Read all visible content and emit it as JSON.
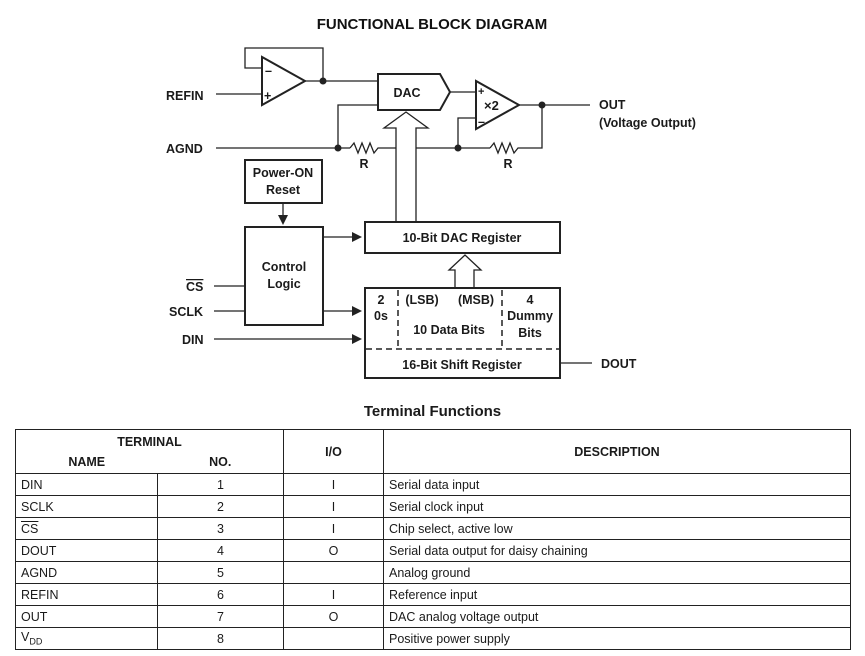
{
  "diagram": {
    "title": "FUNCTIONAL BLOCK DIAGRAM",
    "pins": {
      "refin": "REFIN",
      "agnd": "AGND",
      "cs": "CS",
      "sclk": "SCLK",
      "din": "DIN",
      "out": "OUT",
      "out_note": "(Voltage Output)",
      "dout": "DOUT"
    },
    "blocks": {
      "dac": "DAC",
      "amp_gain": "×2",
      "power_on_line1": "Power-ON",
      "power_on_line2": "Reset",
      "control_line1": "Control",
      "control_line2": "Logic",
      "dac_register": "10-Bit DAC Register",
      "shift_register": "16-Bit Shift Register",
      "zeros_line1": "2",
      "zeros_line2": "0s",
      "lsb": "(LSB)",
      "msb": "(MSB)",
      "data_bits": "10 Data Bits",
      "dummy_line1": "4",
      "dummy_line2": "Dummy",
      "dummy_line3": "Bits"
    },
    "resistor_label": "R",
    "opamp_plus": "+",
    "opamp_minus": "–"
  },
  "terminal_functions": {
    "title": "Terminal Functions",
    "headers": {
      "terminal": "TERMINAL",
      "name": "NAME",
      "no": "NO.",
      "io": "I/O",
      "description": "DESCRIPTION"
    },
    "rows": [
      {
        "name": "DIN",
        "no": "1",
        "io": "I",
        "description": "Serial data input"
      },
      {
        "name": "SCLK",
        "no": "2",
        "io": "I",
        "description": "Serial clock input"
      },
      {
        "name": "CS",
        "no": "3",
        "io": "I",
        "description": "Chip select, active low"
      },
      {
        "name": "DOUT",
        "no": "4",
        "io": "O",
        "description": "Serial data output for daisy chaining"
      },
      {
        "name": "AGND",
        "no": "5",
        "io": "",
        "description": "Analog ground"
      },
      {
        "name": "REFIN",
        "no": "6",
        "io": "I",
        "description": "Reference input"
      },
      {
        "name": "OUT",
        "no": "7",
        "io": "O",
        "description": "DAC analog voltage output"
      },
      {
        "name": "V",
        "name_sub": "DD",
        "no": "8",
        "io": "",
        "description": "Positive power supply"
      }
    ]
  }
}
